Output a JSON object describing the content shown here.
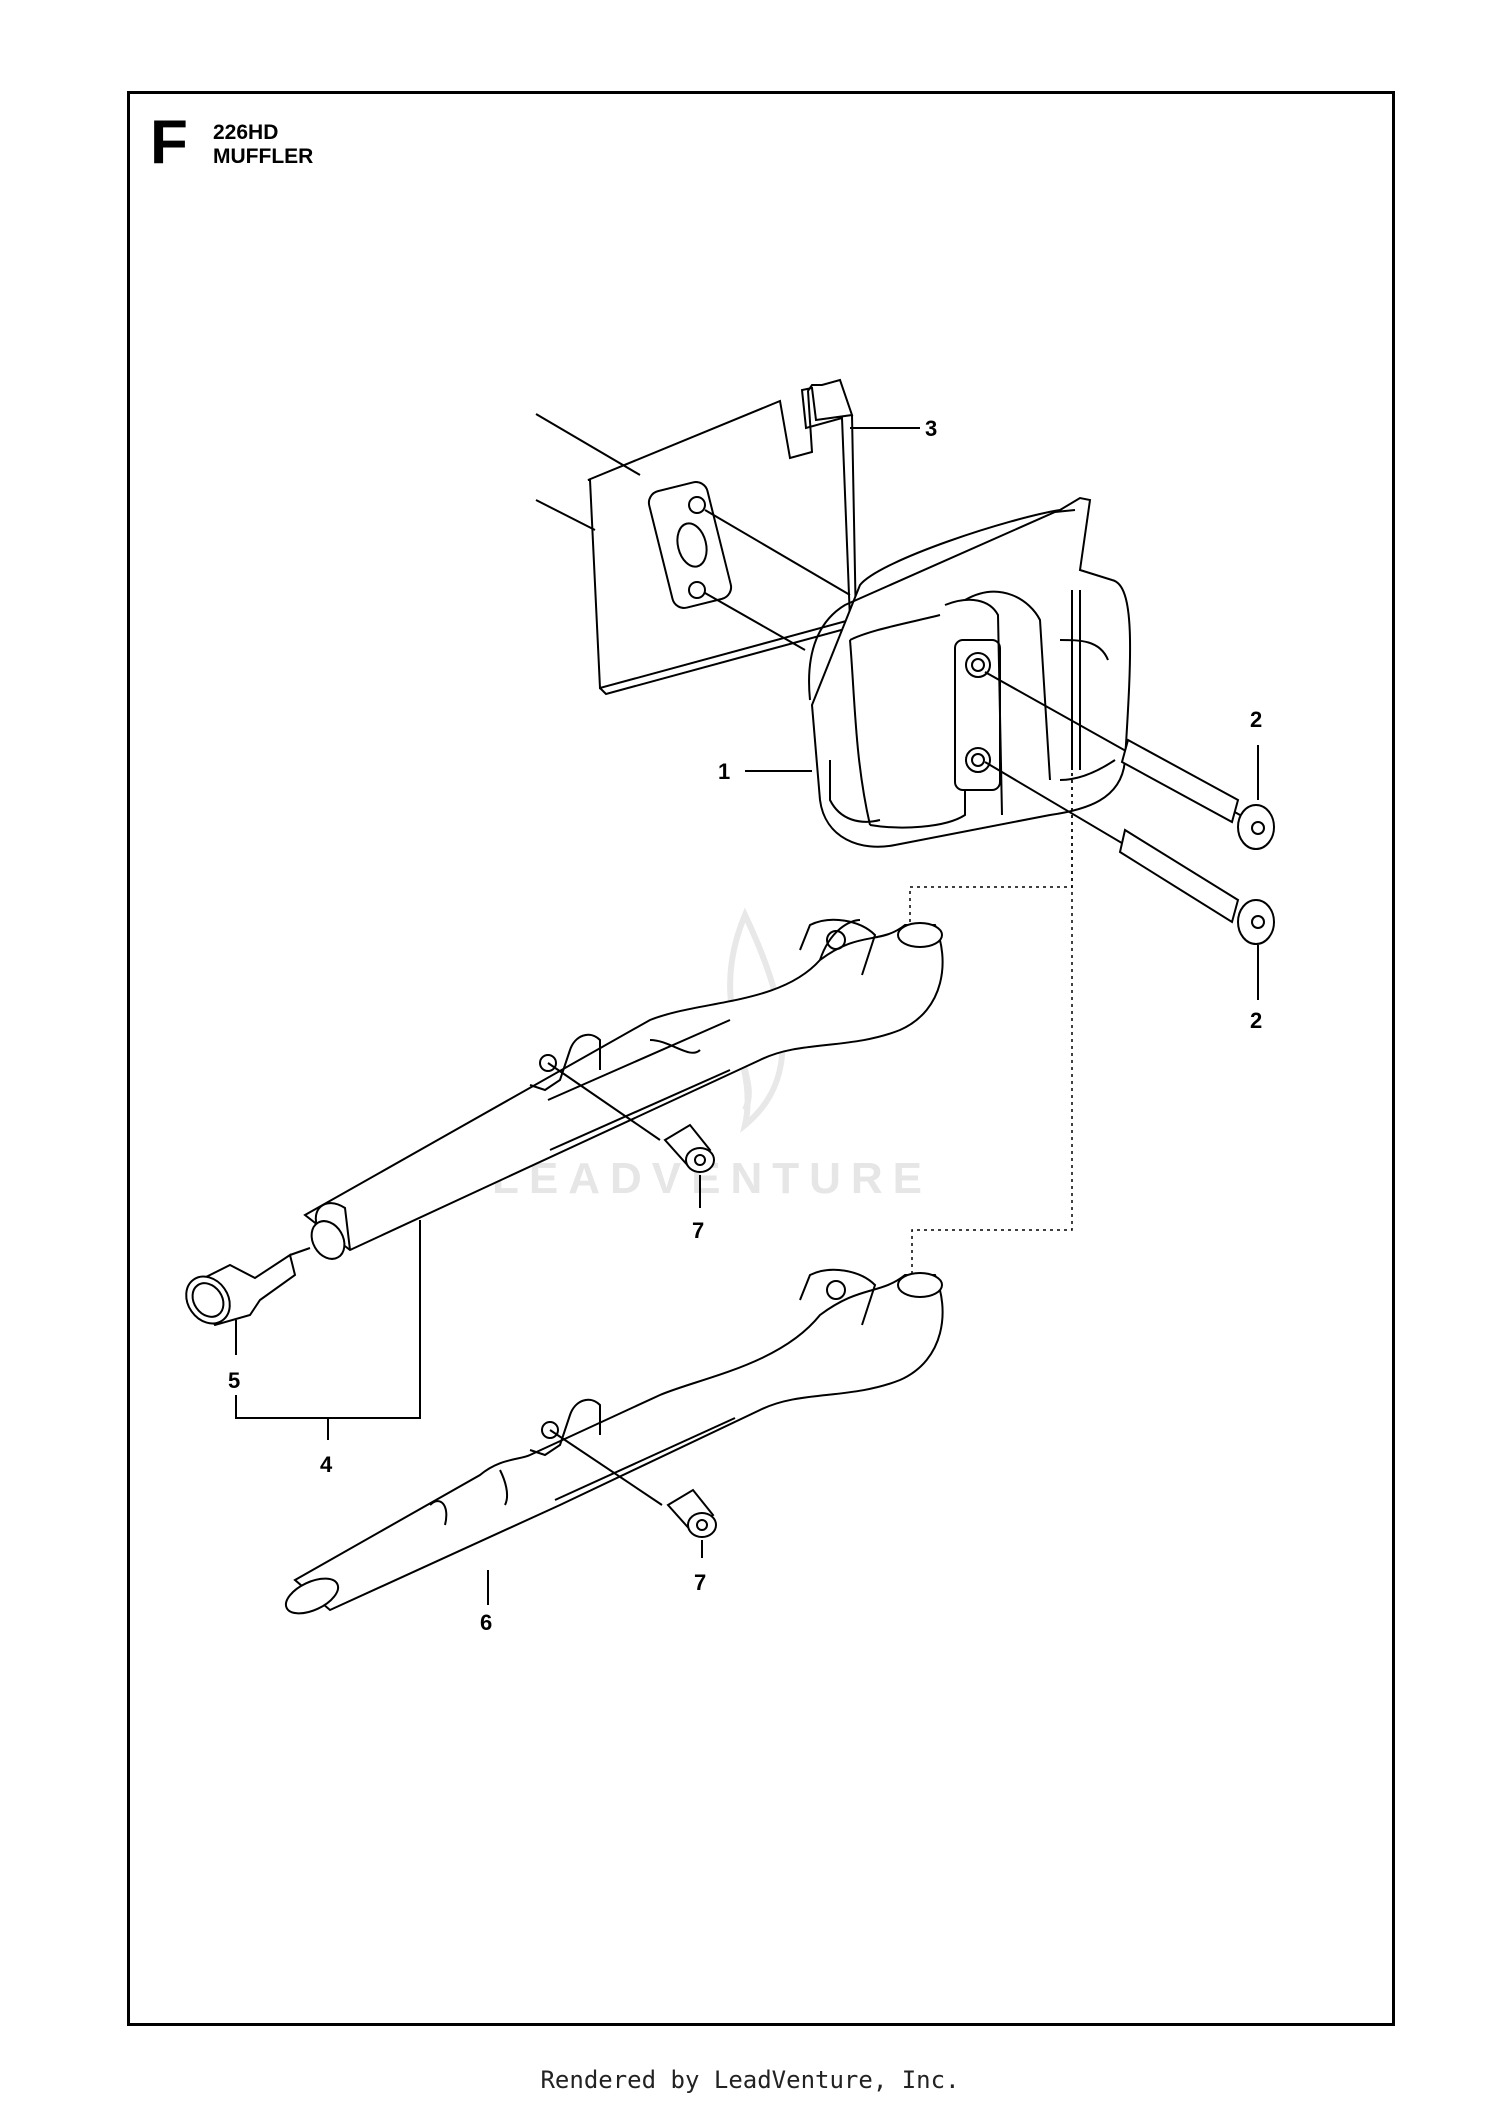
{
  "header": {
    "section_letter": "F",
    "model": "226HD",
    "assembly": "MUFFLER"
  },
  "watermark": "LEADVENTURE",
  "callouts": [
    "1",
    "2",
    "2",
    "3",
    "4",
    "5",
    "6",
    "7",
    "7"
  ],
  "footer": "Rendered by LeadVenture, Inc."
}
